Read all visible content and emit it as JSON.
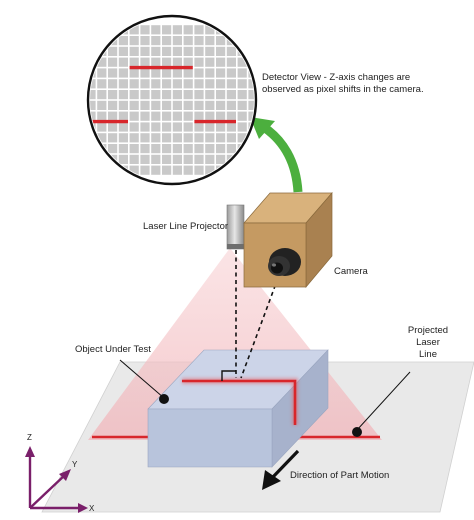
{
  "labels": {
    "detector_view": [
      "Detector View - Z-axis changes are",
      "observed as pixel shifts in the camera."
    ],
    "laser_line_projector": "Laser Line Projector",
    "camera": "Camera",
    "object_under_test": "Object Under Test",
    "projected_laser_line": [
      "Projected",
      "Laser",
      "Line"
    ],
    "direction_of_part_motion": "Direction of Part Motion"
  },
  "axes": {
    "z": "Z",
    "y": "Y",
    "x": "X"
  },
  "detector_grid": {
    "columns": 16,
    "rows": 14,
    "laser_row_upper": 4,
    "laser_row_lower": 9
  },
  "colors": {
    "laser_red": "#d8262b",
    "arrow_green": "#4caf3e",
    "camera_brown": "#c59a62",
    "object_blue": "#b8c4dc",
    "axis_purple": "#7a1f6a",
    "grid_cell": "#c9c9c9"
  }
}
